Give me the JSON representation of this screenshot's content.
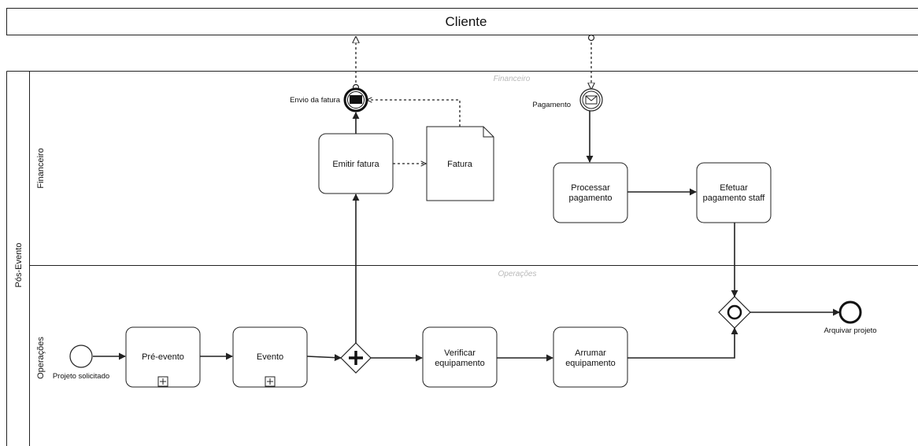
{
  "pools": {
    "cliente": {
      "label": "Cliente"
    },
    "pos_evento": {
      "label": "Pós-Evento"
    }
  },
  "lanes": {
    "financeiro": {
      "label": "Financeiro",
      "watermark": "Financeiro"
    },
    "operacoes": {
      "label": "Operações",
      "watermark": "Operações"
    }
  },
  "events": {
    "start": {
      "label": "Projeto solicitado",
      "type": "start"
    },
    "envio": {
      "label": "Envio da fatura",
      "type": "intermediate-message-throw"
    },
    "pagamento": {
      "label": "Pagamento",
      "type": "intermediate-message-catch"
    },
    "end": {
      "label": "Arquivar projeto",
      "type": "end"
    }
  },
  "tasks": {
    "pre_evento": {
      "label": "Pré-evento",
      "subprocess": true
    },
    "evento": {
      "label": "Evento",
      "subprocess": true
    },
    "verificar": {
      "line1": "Verificar",
      "line2": "equipamento"
    },
    "arrumar": {
      "line1": "Arrumar",
      "line2": "equipamento"
    },
    "emitir": {
      "label": "Emitir fatura"
    },
    "processar": {
      "line1": "Processar",
      "line2": "pagamento"
    },
    "efetuar": {
      "line1": "Efetuar",
      "line2": "pagamento staff"
    }
  },
  "data_objects": {
    "fatura": {
      "label": "Fatura"
    }
  },
  "gateways": {
    "parallel": {
      "type": "parallel"
    },
    "inclusive": {
      "type": "inclusive"
    }
  }
}
